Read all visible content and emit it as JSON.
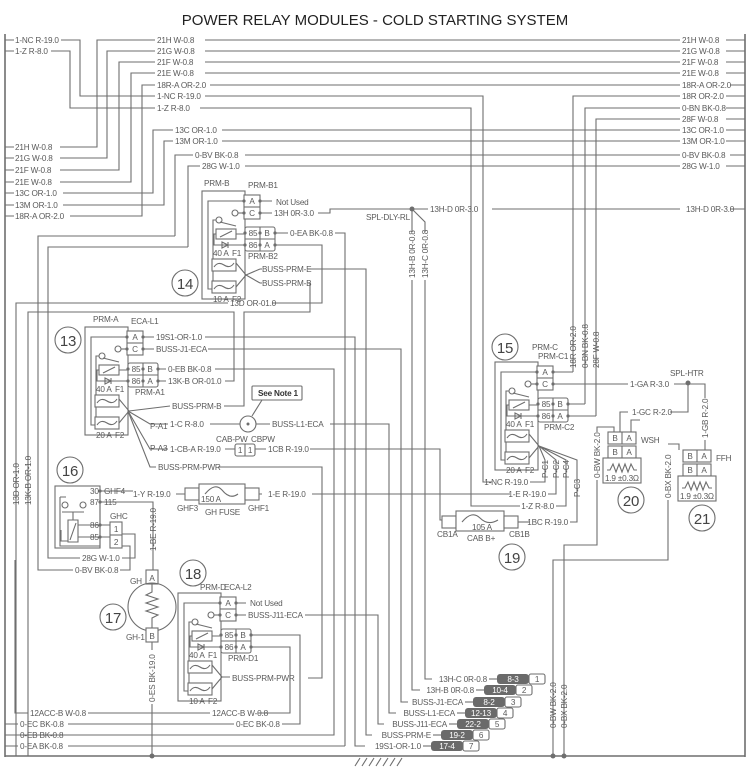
{
  "title": "POWER RELAY MODULES - COLD STARTING SYSTEM",
  "wires_left_top": [
    "1-NC R-19.0",
    "1-Z R-8.0"
  ],
  "wires_center_top": [
    "21H W-0.8",
    "21G W-0.8",
    "21F W-0.8",
    "21E W-0.8",
    "18R-A OR-2.0",
    "1-NC R-19.0",
    "1-Z R-8.0"
  ],
  "wires_center_mid": [
    "13C OR-1.0",
    "13M OR-1.0",
    "0-BV BK-0.8",
    "28G W-1.0"
  ],
  "wires_left_lower": [
    "21H W-0.8",
    "21G W-0.8",
    "21F W-0.8",
    "21E W-0.8",
    "13C OR-1.0",
    "13M OR-1.0",
    "18R-A OR-2.0"
  ],
  "wires_right": [
    "21H W-0.8",
    "21G W-0.8",
    "21F W-0.8",
    "21E W-0.8",
    "18R-A OR-2.0",
    "18R OR-2.0",
    "0-BN BK-0.8",
    "28F W-0.8",
    "13C OR-1.0",
    "13M OR-1.0",
    "0-BV BK-0.8",
    "28G W-1.0"
  ],
  "splice_dly": {
    "name": "SPL-DLY-RL",
    "wire": "13H-D 0R-3.0",
    "wire_right": "13H-D 0R-3.0",
    "drop_b": "13H-B 0R-0.8",
    "drop_c": "13H-C 0R-0.8"
  },
  "relay_pins": {
    "p85": "85",
    "p86": "86",
    "a": "A",
    "b": "B",
    "c": "C",
    "f1": "F1",
    "f2": "F2"
  },
  "module14": {
    "number": "14",
    "name": "PRM-B",
    "conn1": "PRM-B1",
    "conn2": "PRM-B2",
    "fuse1": "40 A",
    "fuse2": "10 A",
    "a_wire": "Not Used",
    "c_wire": "13H 0R-3.0",
    "b_wire": "0-EA BK-0.8",
    "f1_wire": "BUSS-PRM-E",
    "f2_wire": "BUSS-PRM-B",
    "a2_wire": "13D OR-01.0"
  },
  "module13": {
    "number": "13",
    "name": "PRM-A",
    "conn1": "ECA-L1",
    "conn2": "PRM-A1",
    "fuse1": "40 A",
    "fuse2": "20 A",
    "a_wire": "19S1-OR-1.0",
    "c_wire": "BUSS-J1-ECA",
    "b_wire": "0-EB BK-0.8",
    "a2_wire": "13K-B OR-01.0",
    "prm_b": "BUSS-PRM-B",
    "pa1": "P-A1",
    "pa1_wire": "1-C R-8.0",
    "note": "See Note 1",
    "l1": "BUSS-L1-ECA",
    "pa3": "P-A3",
    "pa3_wire": "1-CB-A R-19.0",
    "cab_pw": "CAB-PW",
    "cbpw": "CBPW",
    "pin1": "1",
    "cb_wire": "1CB R-19.0",
    "pwr": "BUSS-PRM-PWR"
  },
  "module16": {
    "number": "16",
    "p30": "30",
    "p87": "87",
    "p86": "86",
    "p85": "85",
    "ghf4": "GHF4",
    "n115": "115",
    "ghc": "GHC",
    "ghc1": "1",
    "ghc2": "2",
    "y_wire": "1-Y R-19.0",
    "ghf3": "GHF3",
    "fuse_rating": "150 A",
    "fuse_name": "GH FUSE",
    "ghf1": "GHF1",
    "e_wire": "1-E R-19.0",
    "g28": "28G W-1.0",
    "bv": "0-BV BK-0.8",
    "be_wire": "1-BE R-19.0"
  },
  "module17": {
    "number": "17",
    "gh": "GH",
    "gh1": "GH-1",
    "pin_a": "A",
    "pin_b": "B",
    "es_wire": "0-ES BK-19.0"
  },
  "module18": {
    "number": "18",
    "name": "PRM-D",
    "conn1": "ECA-L2",
    "conn2": "PRM-D1",
    "fuse1": "40 A",
    "fuse2": "10 A",
    "a_wire": "Not Used",
    "c_wire": "BUSS-J11-ECA",
    "pwr": "BUSS-PRM-PWR"
  },
  "left_bottom": {
    "left_vert1": "13D OR-1.0",
    "left_vert2": "13K-B OR-1.0",
    "acc_left": "12ACC-B W-0.8",
    "acc_right": "12ACC-B W-0.8",
    "ec_left": "0-EC BK-0.8",
    "ec_right": "0-EC BK-0.8",
    "eb": "0-EB BK-0.8",
    "ea": "0-EA BK-0.8"
  },
  "module15": {
    "number": "15",
    "name": "PRM-C",
    "conn1": "PRM-C1",
    "conn2": "PRM-C2",
    "fuse1": "40 A",
    "fuse2": "20 A",
    "pc1": "P-C1",
    "pc2": "P-C2",
    "pc4": "P-C4",
    "pc3": "P-C3",
    "nc": "1-NC R-19.0",
    "e": "1-E R-19.0",
    "z": "1-Z R-8.0",
    "bc": "1BC R-19.0",
    "v18r": "18R OR-2.0",
    "v0bn": "0-BN BK-0.8",
    "v28f": "28F W-0.8"
  },
  "module19": {
    "number": "19",
    "rating": "105 A",
    "name": "CAB B+",
    "cb1a": "CB1A",
    "cb1b": "CB1B"
  },
  "heaters": {
    "spl": "SPL-HTR",
    "ga": "1-GA R-3.0",
    "gc": "1-GC R-2.0",
    "gb": "1-GB R-2.0",
    "bw": "0-BW BK-2.0",
    "bx": "0-BX BK-2.0",
    "wsh": "WSH",
    "ffh": "FFH",
    "res": "1.9 ±0.3Ω",
    "n20": "20",
    "n21": "21",
    "pin_a": "A",
    "pin_b": "B",
    "bw_bottom": "0-BW BK-2.0",
    "bx_bottom": "0-BX BK-2.0"
  },
  "connector_list": [
    {
      "wire": "13H-C 0R-0.8",
      "cavity": "8-3",
      "num": "1"
    },
    {
      "wire": "13H-B 0R-0.8",
      "cavity": "10-4",
      "num": "2"
    },
    {
      "wire": "BUSS-J1-ECA",
      "cavity": "8-2",
      "num": "3"
    },
    {
      "wire": "BUSS-L1-ECA",
      "cavity": "12-13",
      "num": "4"
    },
    {
      "wire": "BUSS-J11-ECA",
      "cavity": "22-2",
      "num": "5"
    },
    {
      "wire": "BUSS-PRM-E",
      "cavity": "19-2",
      "num": "6"
    },
    {
      "wire": "19S1-OR-1.0",
      "cavity": "17-4",
      "num": "7"
    }
  ]
}
